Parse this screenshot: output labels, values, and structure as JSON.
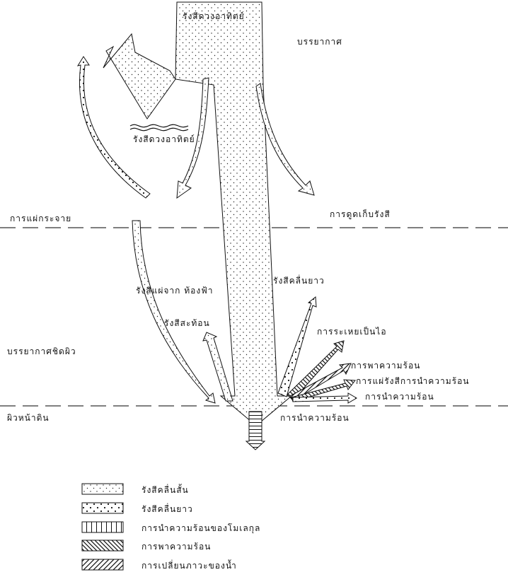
{
  "labels": {
    "solar_top": "รังสีดวงอาทิตย์",
    "atmosphere": "บรรยากาศ",
    "solar_reflected": "รังสีดวงอาทิตย์",
    "scattering": "การแผ่กระจาย",
    "absorption": "การดูดเก็บรังสี",
    "sky_radiation": "รังสีแผ่จาก  ท้องฟ้า",
    "longwave": "รังสีคลื่นยาว",
    "reflected": "รังสีสะท้อน",
    "evaporation": "การระเหยเป็นไอ",
    "near_surface": "บรรยากาศชิดผิว",
    "convection": "การพาความร้อน",
    "radiative_conduction": "การแผ่รังสีการนำความร้อน",
    "conduction_right": "การนำความร้อน",
    "ground_surface": "ผิวหน้าดิน",
    "conduction_ground": "การนำความร้อน"
  },
  "legend": [
    {
      "pattern": "fine-dots",
      "label": "รังสีคลื่นสั้น"
    },
    {
      "pattern": "coarse-dots",
      "label": "รังสีคลื่นยาว"
    },
    {
      "pattern": "vertical-lines",
      "label": "การนำความร้อนของโมเลกุล"
    },
    {
      "pattern": "diagonal-down",
      "label": "การพาความร้อน"
    },
    {
      "pattern": "diagonal-up",
      "label": "การเปลี่ยนภาวะของน้ำ"
    }
  ]
}
